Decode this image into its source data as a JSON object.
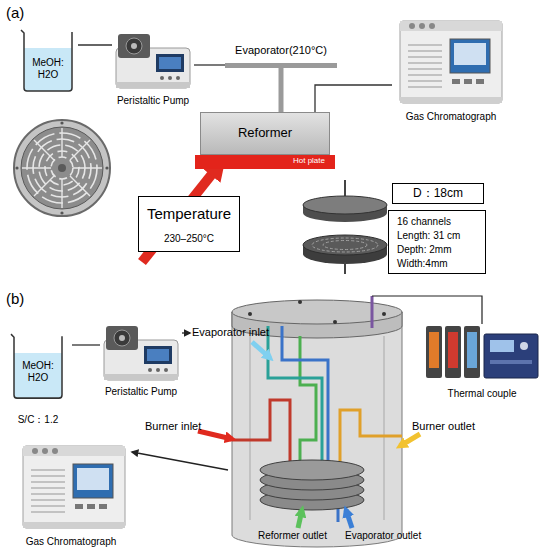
{
  "diagram": {
    "nodes": [
      {
        "text": [
          "MeOH: H2O"
        ]
      },
      {
        "text": [
          "Peristaltic Pump"
        ]
      },
      {
        "text": [
          "Evaporator(210°C)"
        ]
      },
      {
        "text": [
          "Reformer"
        ]
      },
      {
        "text": [
          "Hot plate"
        ]
      },
      {
        "text": [
          "Gas Chromatograph"
        ]
      },
      {
        "text": [
          "Temperature",
          "230–250°C"
        ]
      },
      {
        "text": [
          "D：18cm"
        ]
      },
      {
        "text": [
          "16 channels Length: 31 cm Depth: 2mm Width:4mm"
        ]
      },
      {
        "text": [
          "MeOH: H2O",
          "S/C：1.2"
        ]
      },
      {
        "text": [
          "Peristaltic Pump"
        ]
      },
      {
        "text": [
          "Thermal couple"
        ]
      },
      {
        "text": [
          "Gas Chromatograph"
        ]
      }
    ],
    "edges": [
      {
        "from": 0,
        "to": 1,
        "arrow": "none"
      },
      {
        "from": 1,
        "to": 2,
        "arrow": "none"
      },
      {
        "from": 2,
        "to": 3,
        "arrow": "none"
      },
      {
        "from": 3,
        "to": 5,
        "arrow": "none"
      },
      {
        "from": 9,
        "to": 10,
        "arrow": "none"
      }
    ],
    "labels": [
      "(a)",
      "(b)",
      "Evaporator inlet",
      "Burner inlet",
      "Burner outlet",
      "Reformer outlet",
      "Evaporator outlet"
    ]
  }
}
